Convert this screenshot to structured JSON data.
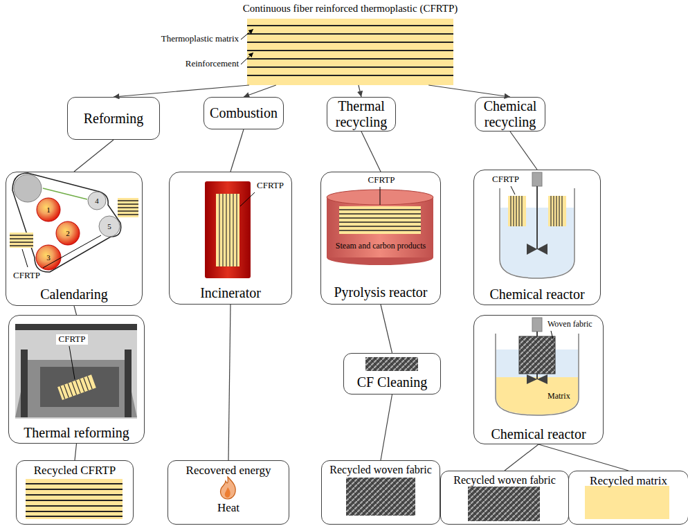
{
  "diagram": {
    "nodes": [
      {
        "text": [
          "Continuous fiber reinforced thermoplastic (CFRTP)"
        ]
      },
      {
        "text": [
          "Reforming"
        ]
      },
      {
        "text": [
          "Combustion"
        ]
      },
      {
        "text": [
          "Thermal recycling"
        ]
      },
      {
        "text": [
          "Chemical recycling"
        ]
      },
      {
        "text": [
          "CFRTP",
          "Calendaring"
        ]
      },
      {
        "text": [
          "CFRTP",
          "Incinerator"
        ]
      },
      {
        "text": [
          "CFRTP",
          "Steam and carbon products",
          "Pyrolysis reactor"
        ]
      },
      {
        "text": [
          "CFRTP",
          "Chemical reactor"
        ]
      },
      {
        "text": [
          "CFRTP",
          "Thermal reforming"
        ]
      },
      {
        "text": [
          "CF Cleaning"
        ]
      },
      {
        "text": [
          "Woven fabric",
          "Matrix",
          "Chemical reactor"
        ]
      },
      {
        "text": [
          "Recycled CFRTP"
        ]
      },
      {
        "text": [
          "Recovered energy",
          "Heat"
        ]
      },
      {
        "text": [
          "Recycled woven fabric"
        ]
      },
      {
        "text": [
          "Recycled woven fabric"
        ]
      },
      {
        "text": [
          "Recycled matrix"
        ]
      }
    ],
    "edges": [
      {
        "from": 0,
        "to": 1,
        "arrow": "to"
      },
      {
        "from": 0,
        "to": 2,
        "arrow": "to"
      },
      {
        "from": 0,
        "to": 3,
        "arrow": "to"
      },
      {
        "from": 0,
        "to": 4,
        "arrow": "to"
      },
      {
        "from": 1,
        "to": 5,
        "arrow": "none"
      },
      {
        "from": 2,
        "to": 6,
        "arrow": "none"
      },
      {
        "from": 3,
        "to": 7,
        "arrow": "none"
      },
      {
        "from": 4,
        "to": 8,
        "arrow": "none"
      },
      {
        "from": 5,
        "to": 9,
        "arrow": "none"
      },
      {
        "from": 9,
        "to": 12,
        "arrow": "none"
      },
      {
        "from": 6,
        "to": 13,
        "arrow": "none"
      },
      {
        "from": 7,
        "to": 10,
        "arrow": "none"
      },
      {
        "from": 10,
        "to": 14,
        "arrow": "none"
      },
      {
        "from": 11,
        "to": 15,
        "arrow": "none"
      },
      {
        "from": 11,
        "to": 16,
        "arrow": "none"
      }
    ],
    "labels": [
      "Thermoplastic matrix",
      "Reinforcement",
      "1",
      "2",
      "3",
      "4",
      "5"
    ]
  }
}
